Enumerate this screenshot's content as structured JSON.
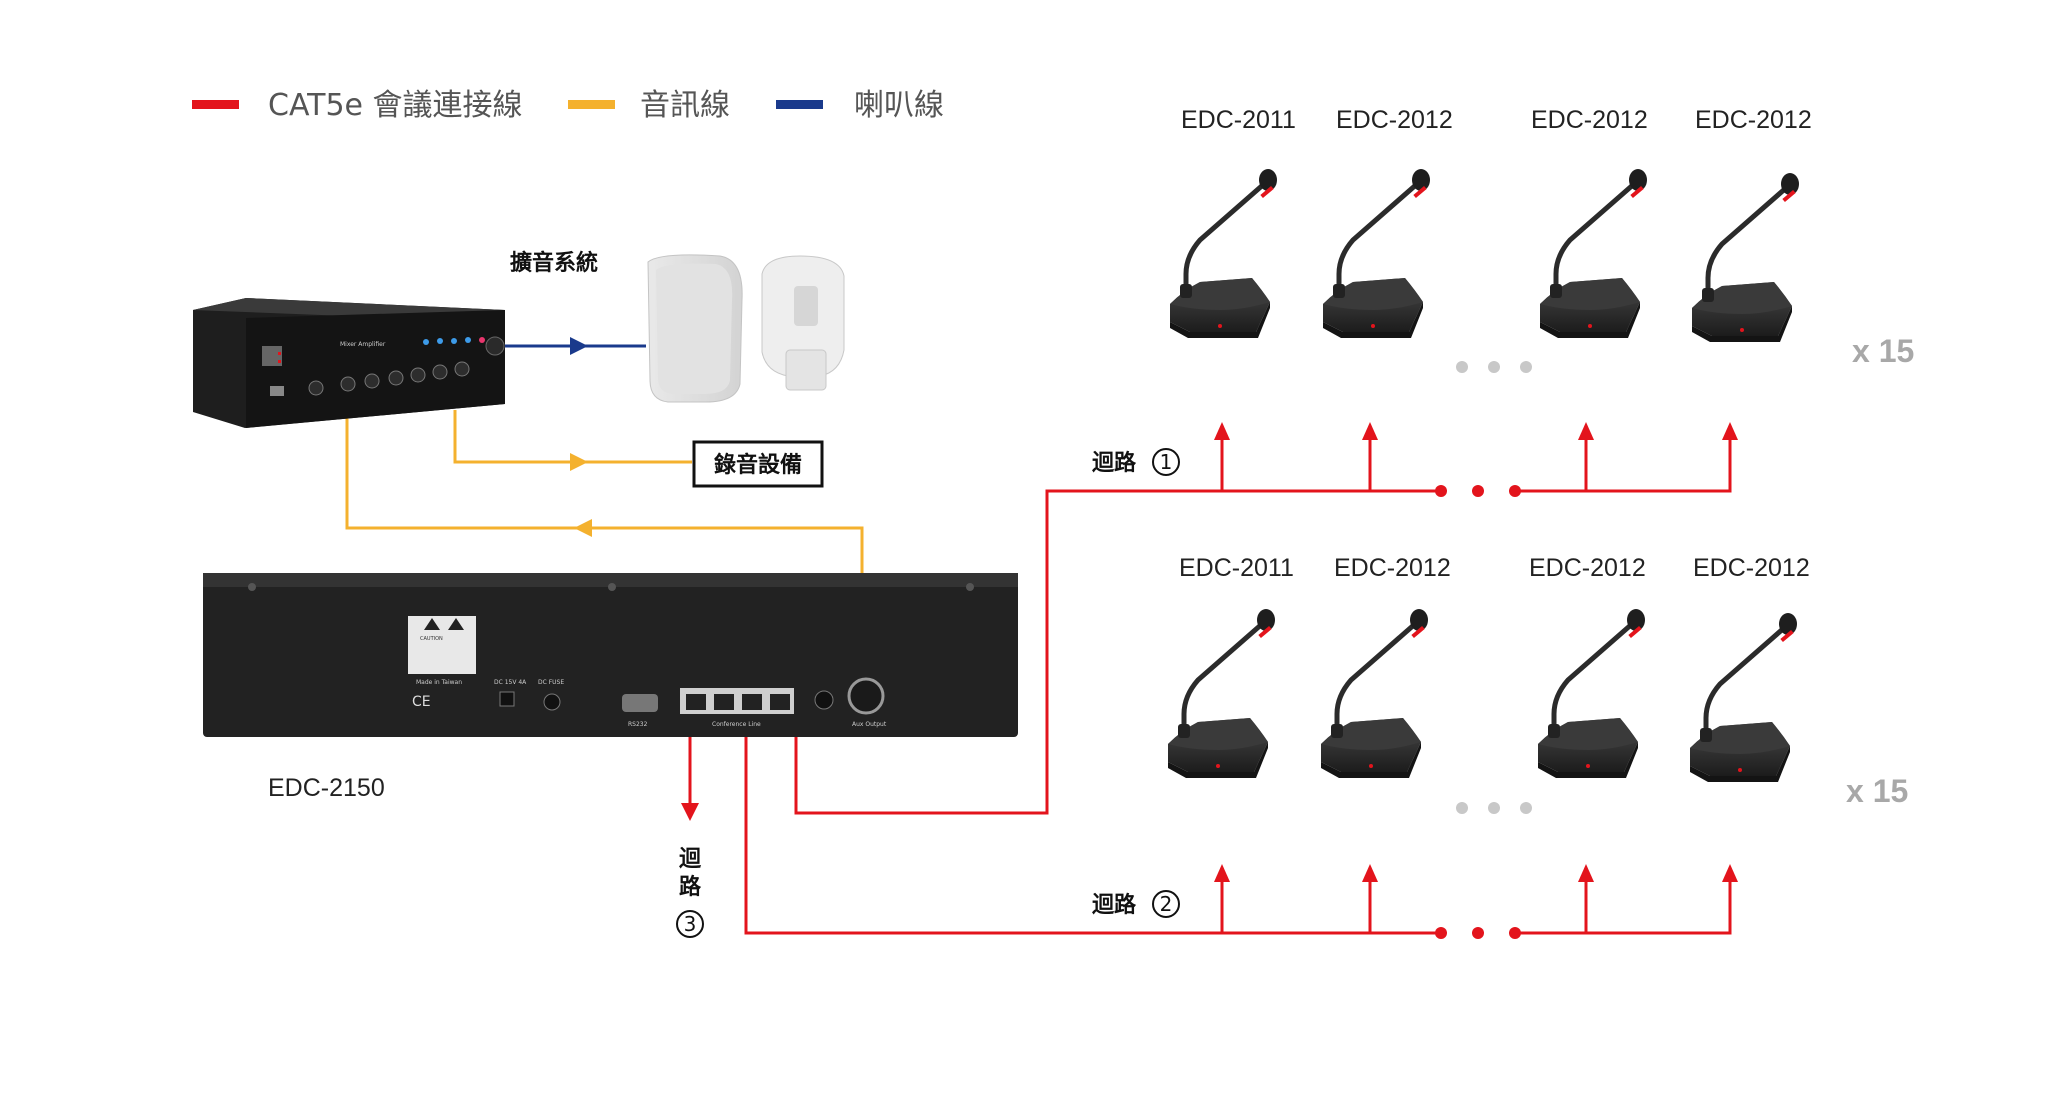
{
  "legend": [
    {
      "label": "CAT5e 會議連接線",
      "color": "#e3141c"
    },
    {
      "label": "音訊線",
      "color": "#f4b12e"
    },
    {
      "label": "喇叭線",
      "color": "#1a3a8c"
    }
  ],
  "colors": {
    "cat5e": "#e3141c",
    "audio": "#f4b12e",
    "speaker": "#1a3a8c"
  },
  "amplifier": {
    "panel_text": "Mixer Amplifier"
  },
  "speaker_system_label": "擴音系統",
  "recording_label": "錄音設備",
  "controller": {
    "model": "EDC-2150",
    "caution_text": "CAUTION",
    "made_in": "Made in Taiwan",
    "dc_label": "DC 15V 4A",
    "fuse_label": "DC FUSE",
    "rs232_label": "RS232",
    "conference_label": "Conference Line",
    "aux_label": "Aux Output"
  },
  "loops": [
    {
      "name": "迴路",
      "number": "1",
      "units": [
        {
          "model": "EDC-2011"
        },
        {
          "model": "EDC-2012"
        },
        {
          "model": "EDC-2012"
        },
        {
          "model": "EDC-2012"
        }
      ],
      "multiplier": "x 15"
    },
    {
      "name": "迴路",
      "number": "2",
      "units": [
        {
          "model": "EDC-2011"
        },
        {
          "model": "EDC-2012"
        },
        {
          "model": "EDC-2012"
        },
        {
          "model": "EDC-2012"
        }
      ],
      "multiplier": "x 15"
    }
  ],
  "loop3": {
    "char1": "迴",
    "char2": "路",
    "number": "3"
  }
}
